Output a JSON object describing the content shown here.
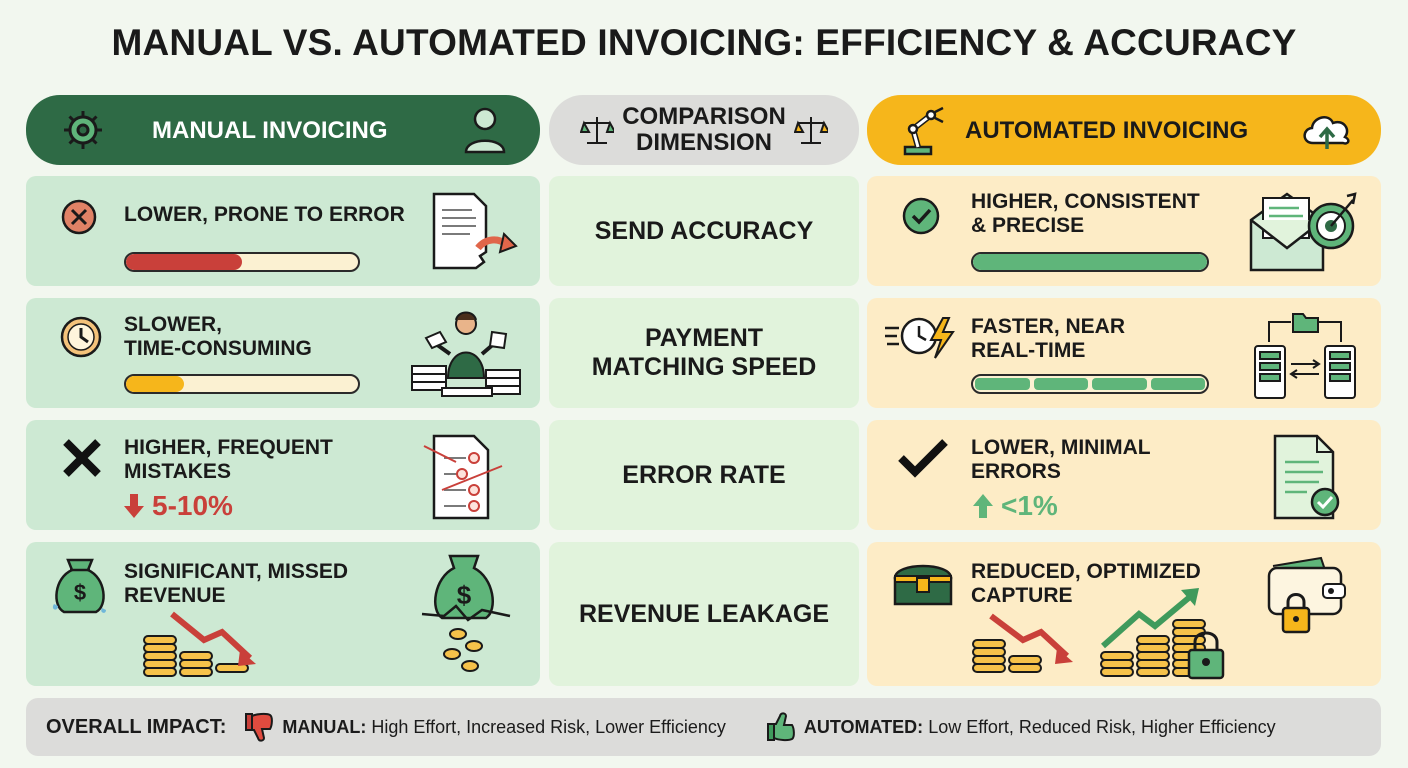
{
  "title": "MANUAL VS. AUTOMATED INVOICING: EFFICIENCY & ACCURACY",
  "headers": {
    "manual": "MANUAL INVOICING",
    "dimension_line1": "COMPARISON",
    "dimension_line2": "DIMENSION",
    "automated": "AUTOMATED INVOICING"
  },
  "rows": [
    {
      "dimension": "SEND ACCURACY",
      "manual": {
        "line1": "LOWER, PRONE TO ERROR",
        "line2": "",
        "bar_level": 0.5,
        "bar_color": "#c9403a"
      },
      "automated": {
        "line1": "HIGHER, CONSISTENT",
        "line2": "& PRECISE",
        "bar_level": 1.0,
        "bar_color": "#5fb57a"
      }
    },
    {
      "dimension_line1": "PAYMENT",
      "dimension_line2": "MATCHING SPEED",
      "manual": {
        "line1": "SLOWER,",
        "line2": "TIME-CONSUMING",
        "bar_level": 0.25,
        "bar_color": "#f6b61b"
      },
      "automated": {
        "line1": "FASTER, NEAR",
        "line2": "REAL-TIME",
        "bar_level": 1.0,
        "bar_color": "#5fb57a"
      }
    },
    {
      "dimension": "ERROR RATE",
      "manual": {
        "line1": "HIGHER, FREQUENT",
        "line2": "MISTAKES",
        "stat": "5-10%",
        "stat_color": "#c9403a"
      },
      "automated": {
        "line1": "LOWER, MINIMAL",
        "line2": "ERRORS",
        "stat": "<1%",
        "stat_color": "#5fb57a"
      }
    },
    {
      "dimension": "REVENUE LEAKAGE",
      "manual": {
        "line1": "SIGNIFICANT, MISSED",
        "line2": "REVENUE"
      },
      "automated": {
        "line1": "REDUCED, OPTIMIZED",
        "line2": "CAPTURE"
      }
    }
  ],
  "footer": {
    "label": "OVERALL IMPACT:",
    "manual_label": "MANUAL:",
    "manual_text": "High Effort, Increased Risk, Lower Efficiency",
    "automated_label": "AUTOMATED:",
    "automated_text": "Low Effort, Reduced Risk, Higher Efficiency"
  },
  "colors": {
    "manual_header": "#2e6a45",
    "automated_header": "#f6b61b",
    "negative": "#c9403a",
    "positive": "#5fb57a"
  },
  "icons": [
    "gear-icon",
    "user-icon",
    "scales-icon",
    "robot-arm-icon",
    "cloud-upload-icon",
    "x-circle-icon",
    "check-circle-icon",
    "torn-document-icon",
    "envelope-target-icon",
    "clock-icon",
    "fast-clock-icon",
    "stressed-worker-icon",
    "server-sync-icon",
    "x-mark-icon",
    "check-mark-icon",
    "error-document-icon",
    "approved-document-icon",
    "money-bag-icon",
    "treasure-chest-icon",
    "broken-money-bag-icon",
    "coins-down-icon",
    "coins-up-icon",
    "wallet-lock-icon",
    "thumbs-down-icon",
    "thumbs-up-icon"
  ]
}
